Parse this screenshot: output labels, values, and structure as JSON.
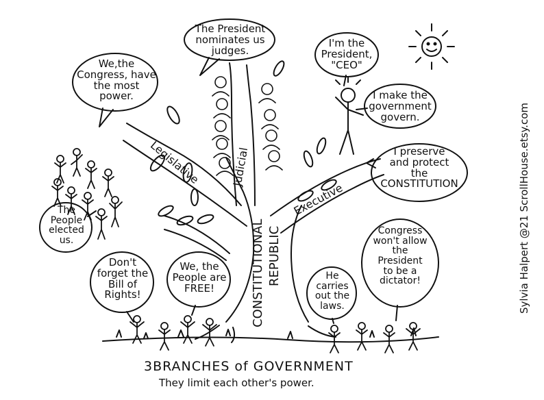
{
  "title": "3BRANCHES of GOVERNMENT",
  "subtitle": "They limit each other's power.",
  "trunk": {
    "line1": "CONSTITUTIONAL",
    "line2": "REPUBLIC"
  },
  "branches": {
    "legislative": "Legislative",
    "judicial": "Judicial",
    "executive": "Executive"
  },
  "bubbles": {
    "congress": [
      "We,the",
      "Congress, have",
      "the most",
      "power."
    ],
    "president_nominates": [
      "The President",
      "nominates us",
      "judges."
    ],
    "president_ceo": [
      "I'm the",
      "President,",
      "\"CEO\""
    ],
    "govern": [
      "I make the",
      "government",
      "govern."
    ],
    "preserve": [
      "I preserve",
      "and protect",
      "the",
      "CONSTITUTION"
    ],
    "people_elected": [
      "The",
      "People",
      "elected",
      "us."
    ],
    "bill_of_rights": [
      "Don't",
      "forget the",
      "Bill of",
      "Rights!"
    ],
    "people_free": [
      "We, the",
      "People are",
      "FREE!"
    ],
    "carries_out": [
      "He",
      "carries",
      "out the",
      "laws."
    ],
    "congress_wont": [
      "Congress",
      "won't allow",
      "the",
      "President",
      "to be a",
      "dictator!"
    ]
  },
  "credit": "Sylvia Halpert @21 ScrollHouse.etsy.com",
  "icons": [
    "sun-icon",
    "tree-icon",
    "judge-faces",
    "stick-figures",
    "speech-bubbles"
  ]
}
